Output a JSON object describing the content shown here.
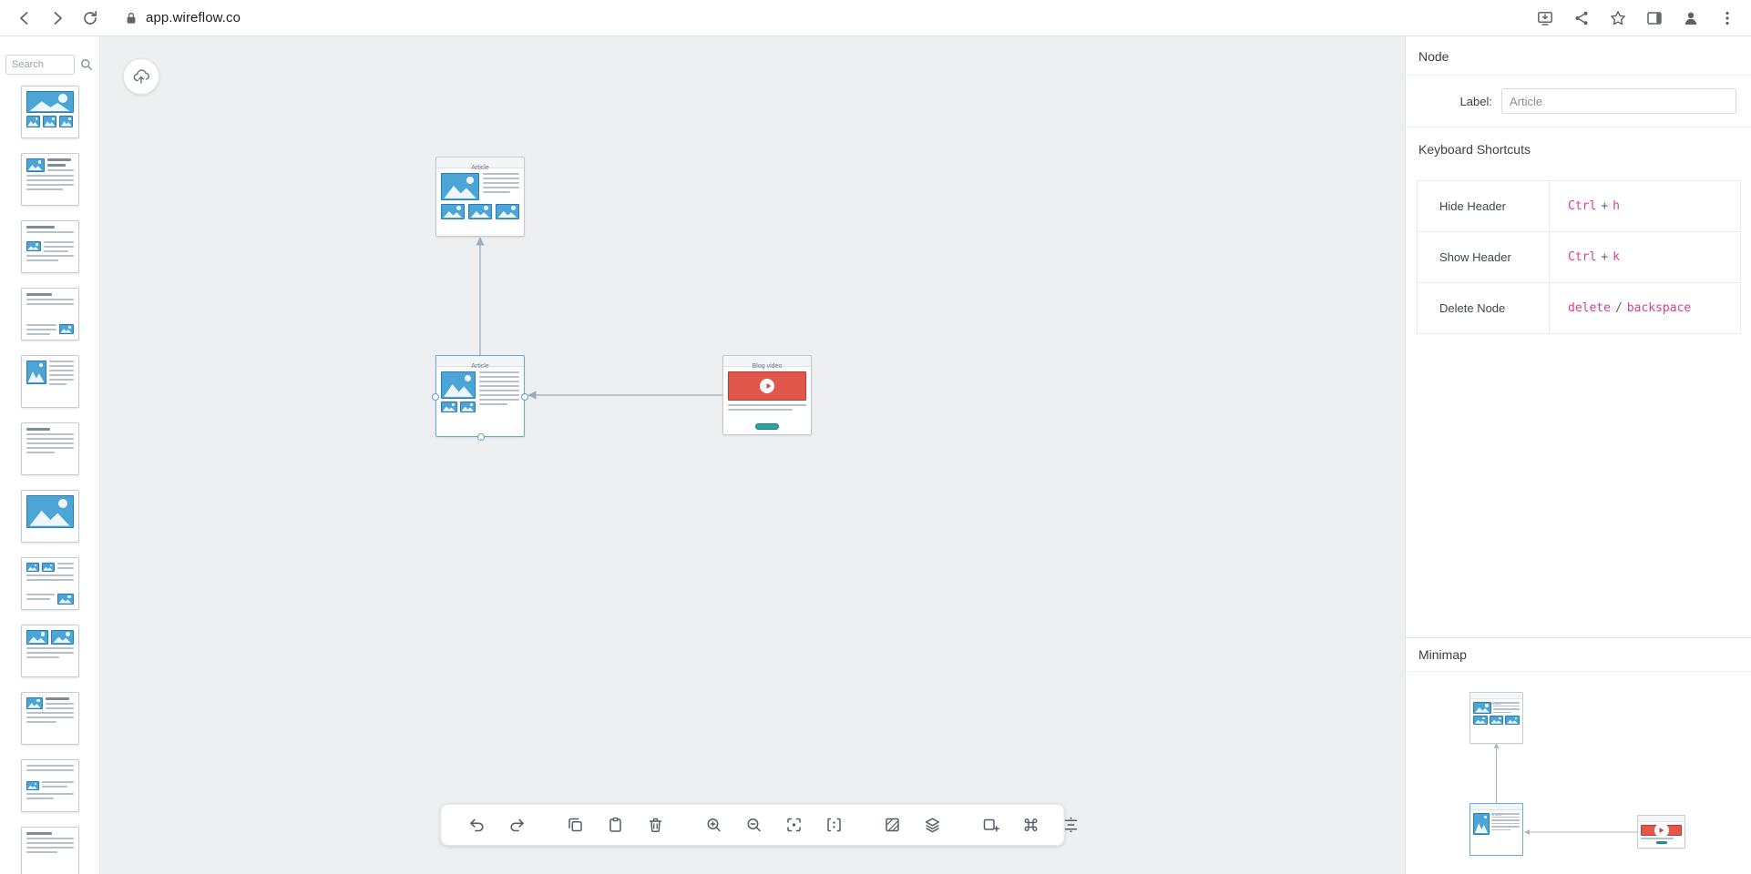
{
  "browser": {
    "url": "app.wireflow.co",
    "chrome_icons": [
      "back",
      "forward",
      "reload",
      "lock",
      "install",
      "share",
      "bookmark-star",
      "side-panel",
      "profile",
      "kebab-menu"
    ]
  },
  "sidebar": {
    "search_placeholder": "Search",
    "thumbnails": [
      {
        "pattern": "image-gallery"
      },
      {
        "pattern": "media-heading-text"
      },
      {
        "pattern": "text-media-text"
      },
      {
        "pattern": "text-with-media-right"
      },
      {
        "pattern": "image-left-text-right"
      },
      {
        "pattern": "text-only"
      },
      {
        "pattern": "hero-image"
      },
      {
        "pattern": "media-pair-text-media"
      },
      {
        "pattern": "two-images-text"
      },
      {
        "pattern": "media-left-text"
      },
      {
        "pattern": "text-image-middle"
      },
      {
        "pattern": "text-lines"
      }
    ]
  },
  "canvas": {
    "nodes": [
      {
        "label": "Article",
        "type": "article-gallery"
      },
      {
        "label": "Article",
        "type": "article-text",
        "selected": true
      },
      {
        "label": "Blog video",
        "type": "blog-video"
      }
    ],
    "edges": [
      {
        "from": 1,
        "to": 0,
        "direction": "up"
      },
      {
        "from": 2,
        "to": 1,
        "direction": "left"
      }
    ]
  },
  "toolbar": {
    "icons": [
      "undo",
      "redo",
      "copy",
      "paste",
      "trash",
      "zoom-in",
      "zoom-out",
      "fit-view",
      "distribute-spacing",
      "mask",
      "layers",
      "capture",
      "command",
      "align-center"
    ]
  },
  "panel": {
    "title": "Node",
    "label": {
      "caption": "Label:",
      "value": "Article"
    },
    "shortcuts": {
      "title": "Keyboard Shortcuts",
      "rows": [
        {
          "action": "Hide Header",
          "keys": [
            {
              "t": "key",
              "v": "Ctrl"
            },
            {
              "t": "sep",
              "v": "+"
            },
            {
              "t": "key",
              "v": "h"
            }
          ]
        },
        {
          "action": "Show Header",
          "keys": [
            {
              "t": "key",
              "v": "Ctrl"
            },
            {
              "t": "sep",
              "v": "+"
            },
            {
              "t": "key",
              "v": "k"
            }
          ]
        },
        {
          "action": "Delete Node",
          "keys": [
            {
              "t": "key",
              "v": "delete"
            },
            {
              "t": "sep",
              "v": "/"
            },
            {
              "t": "key",
              "v": "backspace"
            }
          ]
        }
      ]
    },
    "minimap_title": "Minimap"
  },
  "colors": {
    "canvas_bg": "#edeff1",
    "wireframe_blue": "#4ba5d6",
    "wireframe_blue_border": "#2c7cab",
    "video_red": "#e2574b",
    "pill_teal": "#2ea39e",
    "selection_blue": "#64a8e0",
    "shortcut_pink": "#d4408f",
    "edge_gray": "#9aacb9"
  }
}
